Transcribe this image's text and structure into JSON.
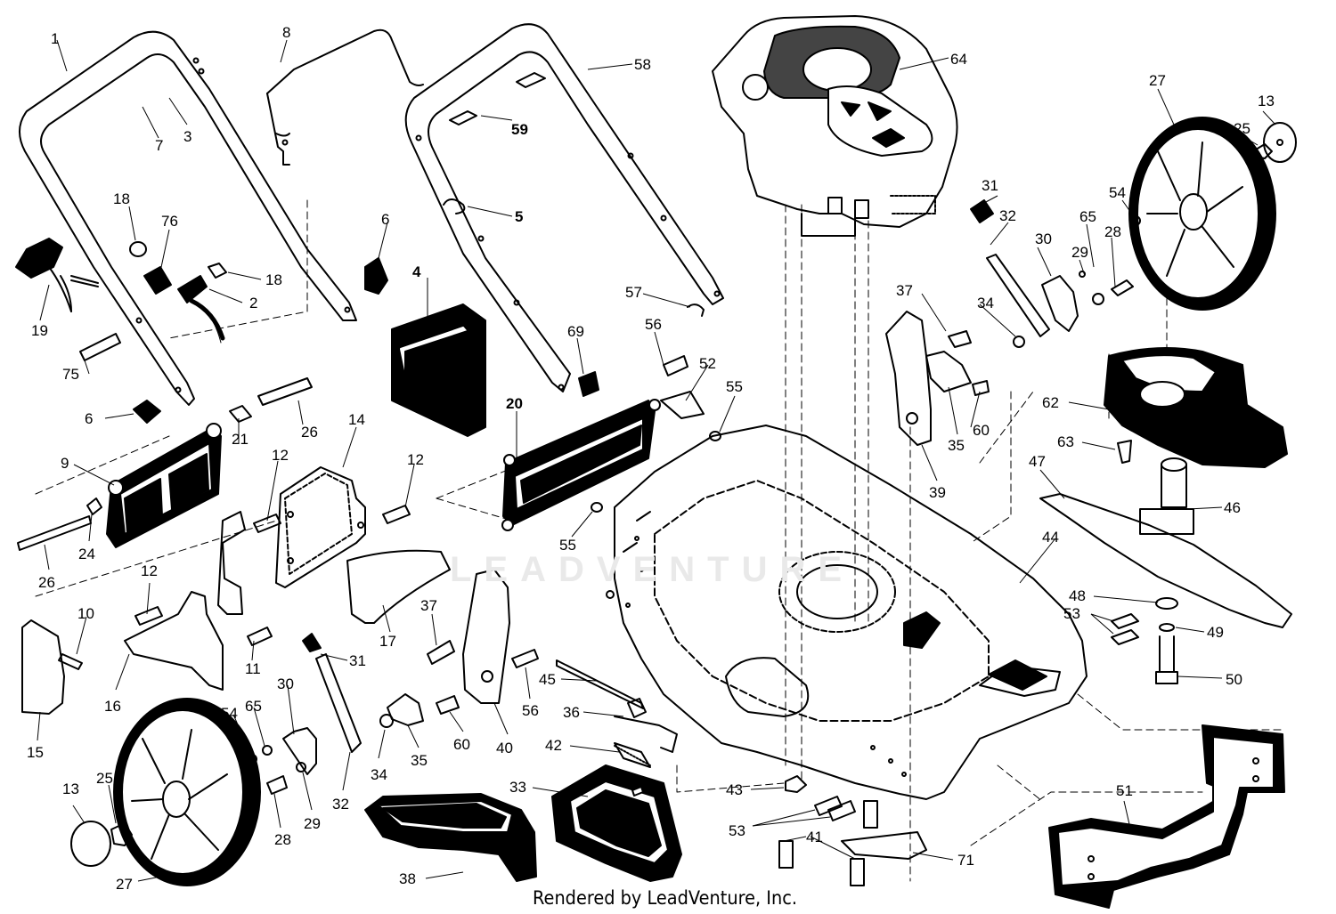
{
  "watermark": "LEADVENTURE",
  "credit": "Rendered by LeadVenture, Inc.",
  "labels": {
    "l1": "1",
    "l3": "3",
    "l7": "7",
    "l8": "8",
    "l58": "58",
    "l59": "59",
    "l5": "5",
    "l64": "64",
    "l27a": "27",
    "l13a": "13",
    "l25a": "25",
    "l54a": "54",
    "l28a": "28",
    "l29a": "29",
    "l65a": "65",
    "l30a": "30",
    "l31a": "31",
    "l32a": "32",
    "l37a": "37",
    "l34a": "34",
    "l60a": "60",
    "l35a": "35",
    "l39": "39",
    "l62": "62",
    "l63": "63",
    "l47": "47",
    "l46": "46",
    "l44": "44",
    "l48": "48",
    "l49": "49",
    "l50": "50",
    "l53a": "53",
    "l18a": "18",
    "l76": "76",
    "l18b": "18",
    "l2": "2",
    "l19": "19",
    "l75": "75",
    "l6a": "6",
    "l6b": "6",
    "l4": "4",
    "l26a": "26",
    "l21": "21",
    "l14": "14",
    "l12a": "12",
    "l12b": "12",
    "l9": "9",
    "l24": "24",
    "l26b": "26",
    "l57": "57",
    "l69": "69",
    "l56a": "56",
    "l52": "52",
    "l55a": "55",
    "l20": "20",
    "l55b": "55",
    "l12c": "12",
    "l10": "10",
    "l17": "17",
    "l37b": "37",
    "l16": "16",
    "l11": "11",
    "l15": "15",
    "l31b": "31",
    "l30b": "30",
    "l54b": "54",
    "l65b": "65",
    "l45": "45",
    "l56b": "56",
    "l36": "36",
    "l40": "40",
    "l60b": "60",
    "l35b": "35",
    "l34b": "34",
    "l32b": "32",
    "l29b": "29",
    "l28b": "28",
    "l42": "42",
    "l13b": "13",
    "l25b": "25",
    "l27b": "27",
    "l33": "33",
    "l38": "38",
    "l43": "43",
    "l53b": "53",
    "l41": "41",
    "l71": "71",
    "l51": "51"
  }
}
